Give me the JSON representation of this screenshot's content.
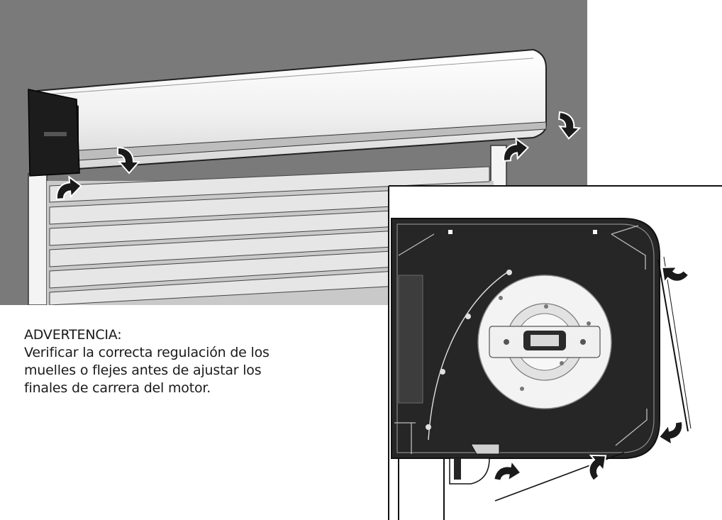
{
  "warning": {
    "heading": "ADVERTENCIA:",
    "lines": [
      "Verificar la correcta regulación de los",
      "muelles o flejes antes de ajustar los",
      "finales de carrera del motor."
    ]
  },
  "colors": {
    "wall": "#7a7a7a",
    "housing": "#f2f2f2",
    "side_plate": "#1c1c1c",
    "slat": "#d8d8d8",
    "detail_plate": "#262626",
    "arrow": "#1a1a1a"
  },
  "icons": [
    "curved-arrow-icon"
  ]
}
